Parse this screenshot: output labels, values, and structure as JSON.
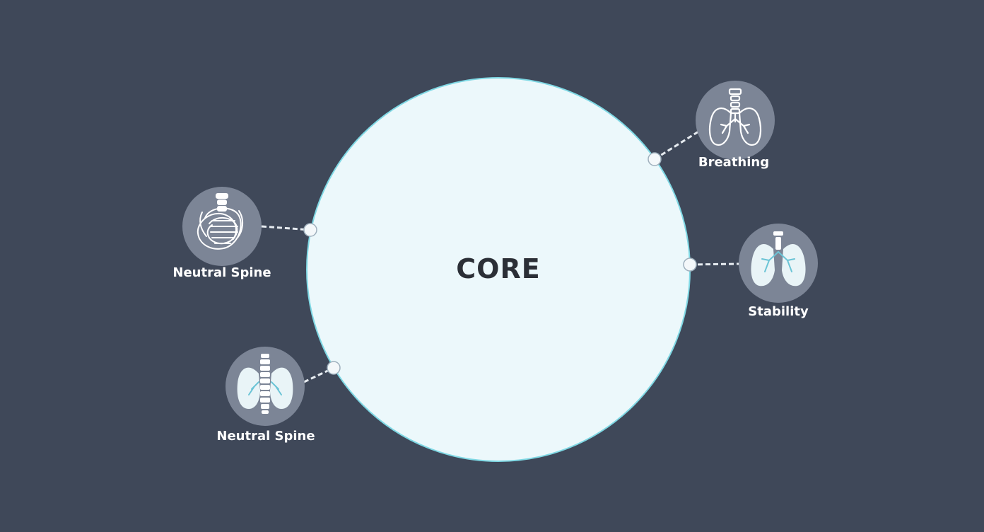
{
  "diagram": {
    "core_label": "CORE",
    "nodes": [
      {
        "label": "Breathing",
        "icon": "lungs-spine-icon"
      },
      {
        "label": "Stability",
        "icon": "lungs-icon"
      },
      {
        "label": "Neutral Spine",
        "icon": "tangled-spine-icon"
      },
      {
        "label": "Neutral Spine",
        "icon": "lungs-spine-icon"
      }
    ],
    "colors": {
      "background": "#3f4859",
      "core_fill": "#ecf8fb",
      "core_stroke": "#7fd8e4",
      "node_fill": "#7c8596",
      "connector": "#e6ebf0"
    }
  }
}
